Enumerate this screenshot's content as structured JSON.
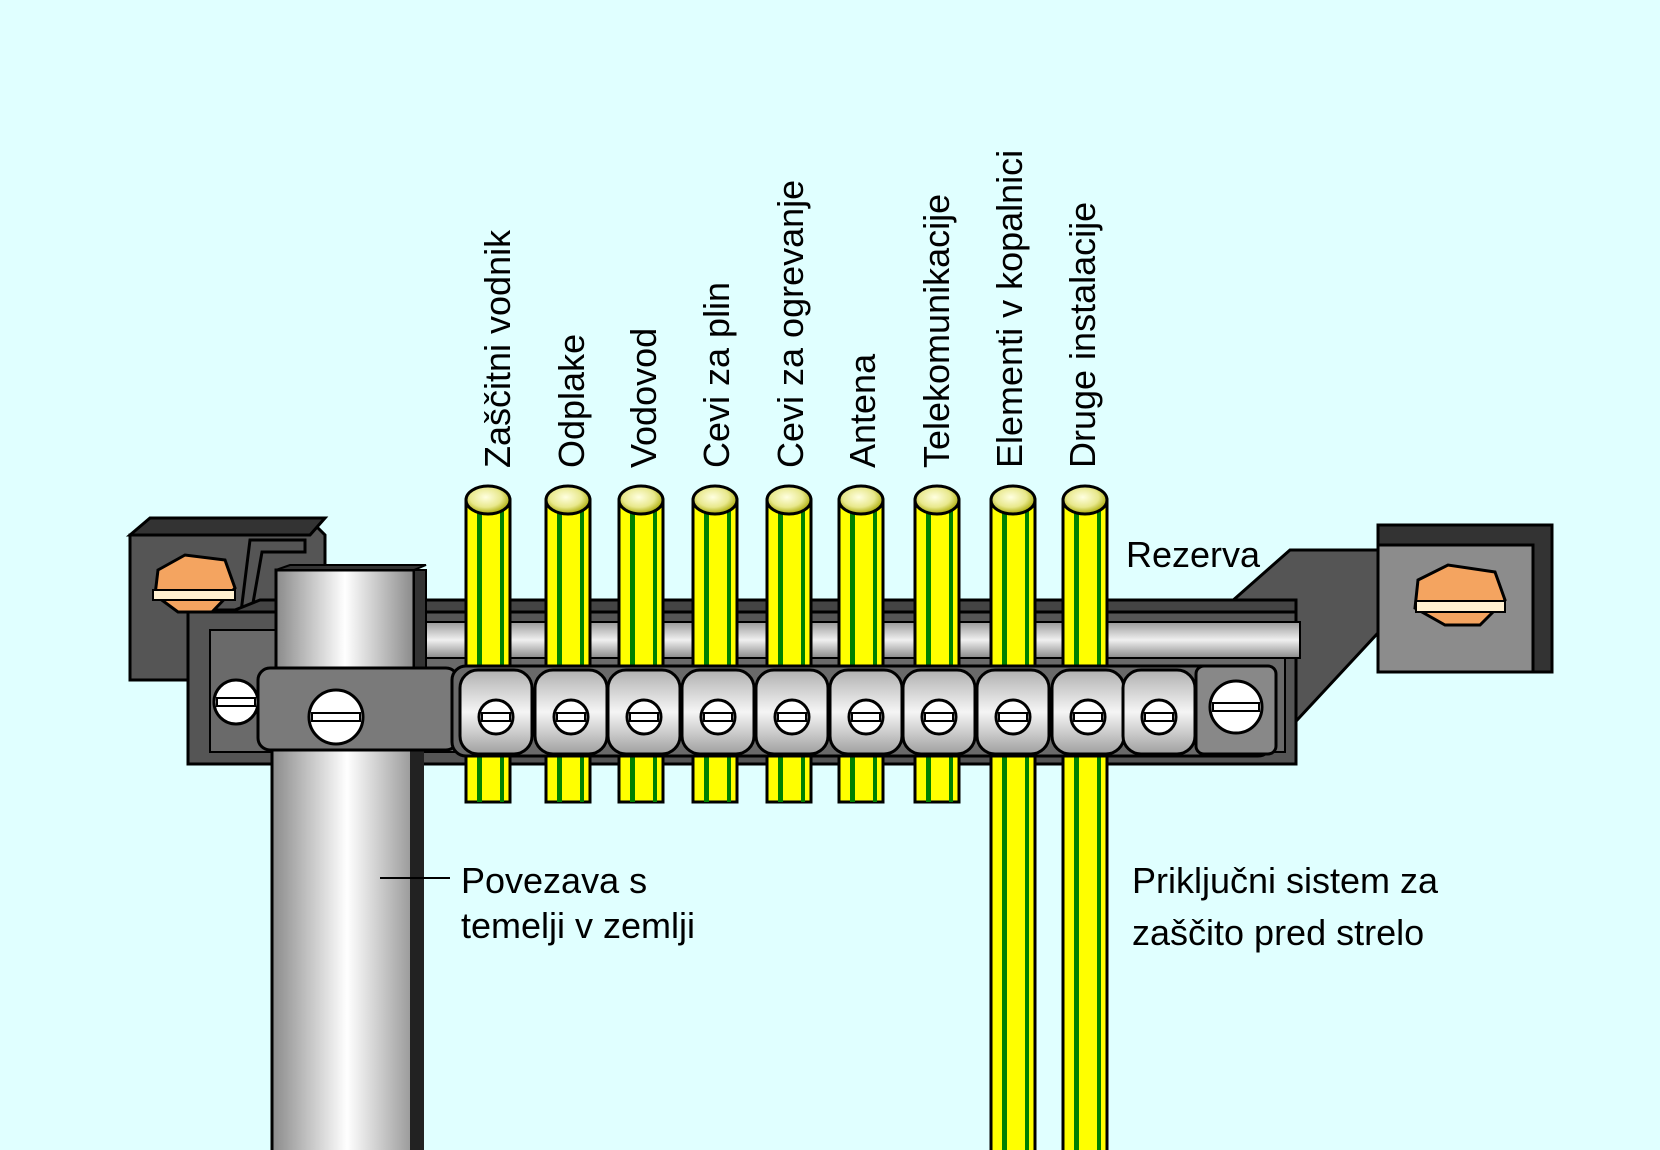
{
  "conductor_labels": [
    "Zaščitni vodnik",
    "Odplake",
    "Vodovod",
    "Cevi za plin",
    "Cevi za ogrevanje",
    "Antena",
    "Telekomunikacije",
    "Elementi v kopalnici",
    "Druge instalacije"
  ],
  "spare_label": "Rezerva",
  "foundation_label": [
    "Povezava s",
    "temelji v zemlji"
  ],
  "lightning_label": [
    "Priključni sistem za",
    "zaščito pred strelo"
  ],
  "colors": {
    "background": "#e0ffff",
    "wire_yellow": "#ffff00",
    "wire_green": "#008000",
    "metal_dark": "#555555",
    "bolt_orange": "#f4a460"
  }
}
